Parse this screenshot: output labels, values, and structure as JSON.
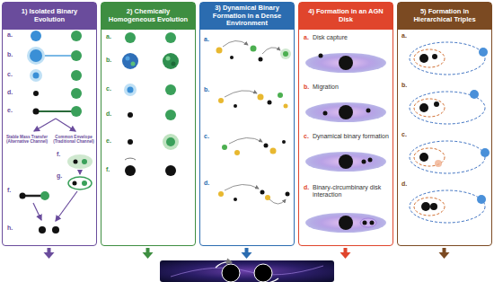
{
  "diagram": {
    "nodes": [
      {
        "text": [
          "1) Isolated Binary Evolution"
        ]
      },
      {
        "text": [
          "2) Chemically Homogeneous Evolution"
        ]
      },
      {
        "text": [
          "3) Dynamical Binary Formation in a Dense Environment"
        ]
      },
      {
        "text": [
          "4) Formation in an AGN Disk"
        ]
      },
      {
        "text": [
          "5) Formation in Hierarchical Triples"
        ]
      }
    ],
    "labels": [
      "a.",
      "b.",
      "c.",
      "d.",
      "e.",
      "Stable Mass Transfer (Alternative Channel)",
      "Common Envelope (Traditional Channel)",
      "f.",
      "g.",
      "f.",
      "h.",
      "a.",
      "b.",
      "c.",
      "d.",
      "e.",
      "f.",
      "a.",
      "b.",
      "c.",
      "d.",
      "a.",
      "Disk capture",
      "b.",
      "Migration",
      "c.",
      "Dynamical binary formation",
      "d.",
      "Binary-circumbinary disk interaction",
      "a.",
      "b.",
      "c.",
      "d."
    ]
  }
}
